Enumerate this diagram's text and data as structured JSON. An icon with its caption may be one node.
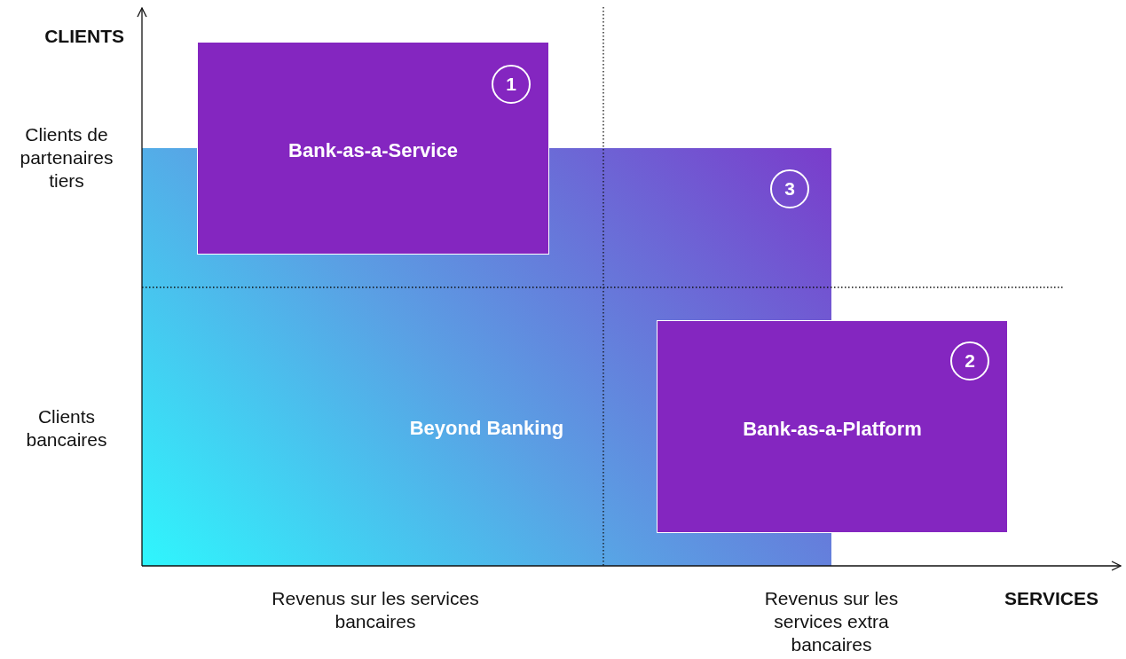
{
  "diagram": {
    "nodes": [
      {
        "text": [
          "Beyond Banking"
        ]
      },
      {
        "text": [
          "3"
        ],
        "in": 0
      },
      {
        "text": [
          "Bank-as-a-Service"
        ]
      },
      {
        "text": [
          "1"
        ],
        "in": 2
      },
      {
        "text": [
          "Bank-as-a-Platform"
        ]
      },
      {
        "text": [
          "2"
        ],
        "in": 4
      }
    ],
    "labels": [
      "CLIENTS",
      "Clients de partenaires tiers",
      "Clients bancaires",
      "Revenus sur les services bancaires",
      "Revenus sur les services extra bancaires",
      "SERVICES"
    ]
  }
}
